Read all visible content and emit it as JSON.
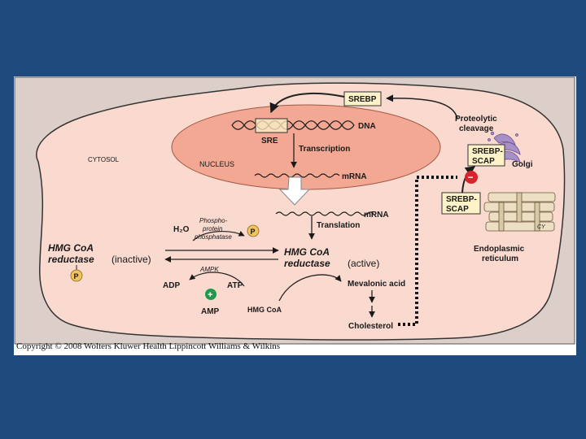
{
  "labels": {
    "srebp_top": "SREBP",
    "dna": "DNA",
    "sre": "SRE",
    "transcription": "Transcription",
    "nucleus": "NUCLEUS",
    "mrna_nucleus": "mRNA",
    "cytosol": "CYTOSOL",
    "mrna_cytosol": "mRNA",
    "translation": "Translation",
    "proteolytic_1": "Proteolytic",
    "proteolytic_2": "cleavage",
    "srebp_scap_golgi_1": "SREBP-",
    "srebp_scap_golgi_2": "SCAP",
    "golgi": "Golgi",
    "srebp_scap_er_1": "SREBP-",
    "srebp_scap_er_2": "SCAP",
    "er_1": "Endoplasmic",
    "er_2": "reticulum",
    "phospho_1": "Phospho-",
    "phospho_2": "protein",
    "phospho_3": "phosphatase",
    "h2o": "H₂O",
    "p_badge_top": "P",
    "p_badge_left": "P",
    "hmg_inactive_1": "HMG CoA",
    "hmg_inactive_2": "reductase",
    "inactive": "(inactive)",
    "hmg_active_1": "HMG CoA",
    "hmg_active_2": "reductase",
    "active": "(active)",
    "ampk": "AMPK",
    "adp": "ADP",
    "atp": "ATP",
    "amp": "AMP",
    "plus": "+",
    "minus": "−",
    "hmg_coa": "HMG CoA",
    "mevalonic": "Mevalonic acid",
    "cholesterol": "Cholesterol",
    "er_tag": "CY"
  },
  "copyright": "Copyright © 2008 Wolters Kluwer Health  Lippincott Williams & Wilkins",
  "colors": {
    "background": "#1f4a7e",
    "cell": "#fad9cf",
    "nucleus": "#f2a892",
    "label_box": "#fdf2c8",
    "plus_badge": "#1f9a4a",
    "minus_badge": "#d8232a",
    "p_badge": "#f2c25e",
    "golgi": "#a98fc7"
  }
}
